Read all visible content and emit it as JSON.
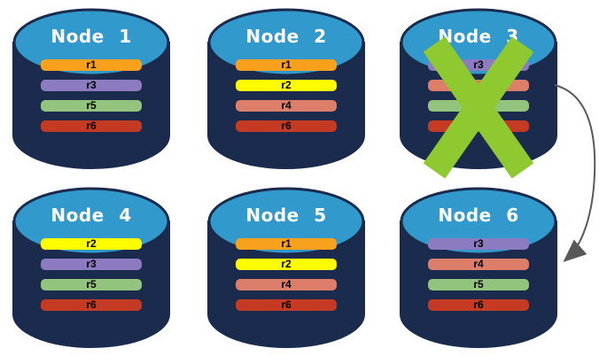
{
  "colors": {
    "background": "#FFFFFF",
    "cylinder_body": "#1A2B4D",
    "cylinder_top": "#3299CC",
    "title_text": "#FFFFFF",
    "bar_text": "#000000",
    "x_mark": "#8EC92F",
    "arrow": "#595959",
    "replicas": {
      "r1": "#F9A11C",
      "r2": "#FDFD00",
      "r3": "#8D7BC2",
      "r4": "#DD7E6B",
      "r5": "#93C47D",
      "r6": "#C43A22"
    }
  },
  "nodes": [
    {
      "id": "node-1",
      "label": "Node 1",
      "failed": false,
      "replicas": [
        "r1",
        "r3",
        "r5",
        "r6"
      ]
    },
    {
      "id": "node-2",
      "label": "Node 2",
      "failed": false,
      "replicas": [
        "r1",
        "r2",
        "r4",
        "r6"
      ]
    },
    {
      "id": "node-3",
      "label": "Node 3",
      "failed": true,
      "replicas": [
        "r3",
        "r4",
        "r5",
        "r6"
      ]
    },
    {
      "id": "node-4",
      "label": "Node 4",
      "failed": false,
      "replicas": [
        "r2",
        "r3",
        "r5",
        "r6"
      ]
    },
    {
      "id": "node-5",
      "label": "Node 5",
      "failed": false,
      "replicas": [
        "r1",
        "r2",
        "r4",
        "r6"
      ]
    },
    {
      "id": "node-6",
      "label": "Node 6",
      "failed": false,
      "replicas": [
        "r3",
        "r4",
        "r5",
        "r6"
      ]
    }
  ],
  "arrow": {
    "from": "Node 3",
    "to": "Node 6"
  }
}
